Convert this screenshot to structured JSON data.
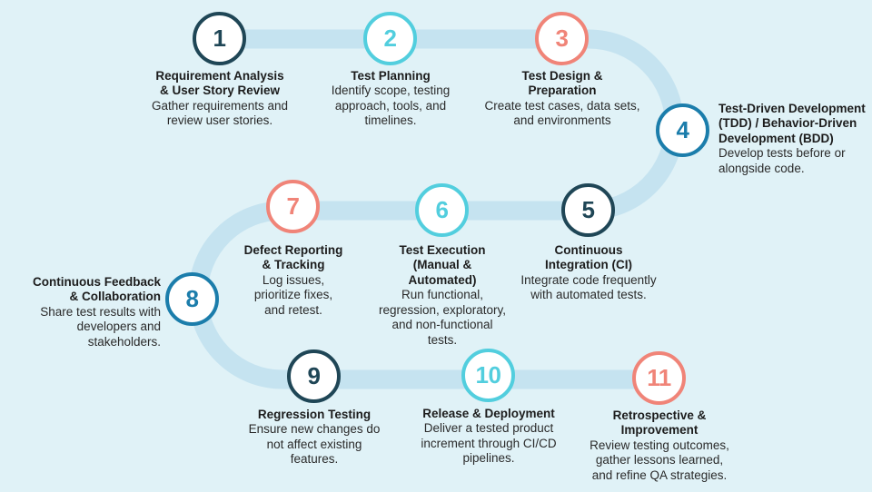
{
  "palette": {
    "background": "#e0f2f7",
    "path": "#c5e3f0",
    "navy": "#1f4656",
    "cyan": "#52cede",
    "salmon": "#f08478",
    "blue": "#1b7dab",
    "text_title": "#1c1c1c",
    "text_body": "#2a2a2a"
  },
  "steps": [
    {
      "number": "1",
      "color": "navy",
      "title": "Requirement Analysis\n& User Story Review",
      "description": "Gather requirements and\nreview user stories."
    },
    {
      "number": "2",
      "color": "cyan",
      "title": "Test Planning",
      "description": "Identify scope, testing\napproach, tools, and\ntimelines."
    },
    {
      "number": "3",
      "color": "salmon",
      "title": "Test Design &\nPreparation",
      "description": "Create test cases, data sets,\nand environments"
    },
    {
      "number": "4",
      "color": "blue",
      "title": "Test-Driven Development\n(TDD) / Behavior-Driven\nDevelopment (BDD)",
      "description": "Develop tests before or\nalongside code."
    },
    {
      "number": "5",
      "color": "navy",
      "title": "Continuous\nIntegration (CI)",
      "description": "Integrate code frequently\nwith automated tests."
    },
    {
      "number": "6",
      "color": "cyan",
      "title": "Test Execution\n(Manual &\nAutomated)",
      "description": "Run functional,\nregression, exploratory,\nand non-functional\ntests."
    },
    {
      "number": "7",
      "color": "salmon",
      "title": "Defect Reporting\n& Tracking",
      "description": "Log issues,\nprioritize fixes,\nand retest."
    },
    {
      "number": "8",
      "color": "blue",
      "title": "Continuous Feedback\n& Collaboration",
      "description": "Share test results with\ndevelopers and\nstakeholders."
    },
    {
      "number": "9",
      "color": "navy",
      "title": "Regression Testing",
      "description": "Ensure new changes do\nnot affect existing\nfeatures."
    },
    {
      "number": "10",
      "color": "cyan",
      "title": "Release & Deployment",
      "description": "Deliver a tested product\nincrement through CI/CD\npipelines."
    },
    {
      "number": "11",
      "color": "salmon",
      "title": "Retrospective &\nImprovement",
      "description": "Review testing outcomes,\ngather lessons learned,\nand refine QA strategies."
    }
  ]
}
